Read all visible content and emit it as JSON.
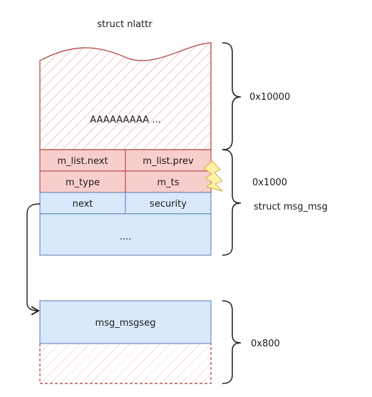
{
  "diagram": {
    "title": "struct nlattr",
    "nlattr_fill": "AAAAAAAAA ...",
    "msg_msg": {
      "m_list_next": "m_list.next",
      "m_list_prev": "m_list.prev",
      "m_type": "m_type",
      "m_ts": "m_ts",
      "next": "next",
      "security": "security",
      "ellipsis": "....",
      "label": "struct msg_msg"
    },
    "segment": {
      "label": "msg_msgseg"
    },
    "sizes": {
      "nlattr": "0x10000",
      "msg_msg": "0x1000",
      "segment": "0x800"
    },
    "colors": {
      "red_stroke": "#b85450",
      "red_fill": "#f8cecc",
      "blue_stroke": "#6c8ebf",
      "blue_fill": "#dae8fc",
      "bolt_fill": "#fff2a8",
      "bolt_stroke": "#d6b656"
    }
  }
}
